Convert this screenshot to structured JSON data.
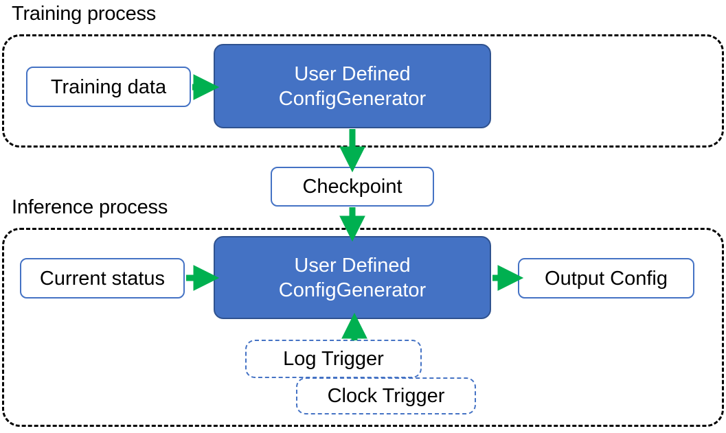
{
  "diagram": {
    "title_training": "Training process",
    "title_inference": "Inference process",
    "colors": {
      "accent_blue": "#4472C4",
      "accent_blue_dark": "#2F528F",
      "arrow_green": "#00B050",
      "container_border": "#000000",
      "text_dark": "#000000",
      "text_light": "#FFFFFF",
      "background": "#FFFFFF"
    },
    "training": {
      "input_box": "Training data",
      "process_box_line1": "User Defined",
      "process_box_line2": "ConfigGenerator"
    },
    "checkpoint": {
      "label": "Checkpoint"
    },
    "inference": {
      "input_box": "Current status",
      "process_box_line1": "User Defined",
      "process_box_line2": "ConfigGenerator",
      "output_box": "Output Config",
      "trigger_log": "Log Trigger",
      "trigger_clock": "Clock Trigger"
    },
    "arrows": [
      {
        "name": "training-data-to-generator",
        "from": "Training data",
        "to": "User Defined ConfigGenerator",
        "direction": "right"
      },
      {
        "name": "generator-to-checkpoint",
        "from": "User Defined ConfigGenerator",
        "to": "Checkpoint",
        "direction": "down"
      },
      {
        "name": "checkpoint-to-inference-generator",
        "from": "Checkpoint",
        "to": "User Defined ConfigGenerator",
        "direction": "down"
      },
      {
        "name": "current-status-to-generator",
        "from": "Current status",
        "to": "User Defined ConfigGenerator",
        "direction": "right"
      },
      {
        "name": "generator-to-output-config",
        "from": "User Defined ConfigGenerator",
        "to": "Output Config",
        "direction": "right"
      },
      {
        "name": "trigger-to-generator",
        "from": "Log Trigger",
        "to": "User Defined ConfigGenerator",
        "direction": "up"
      }
    ]
  }
}
